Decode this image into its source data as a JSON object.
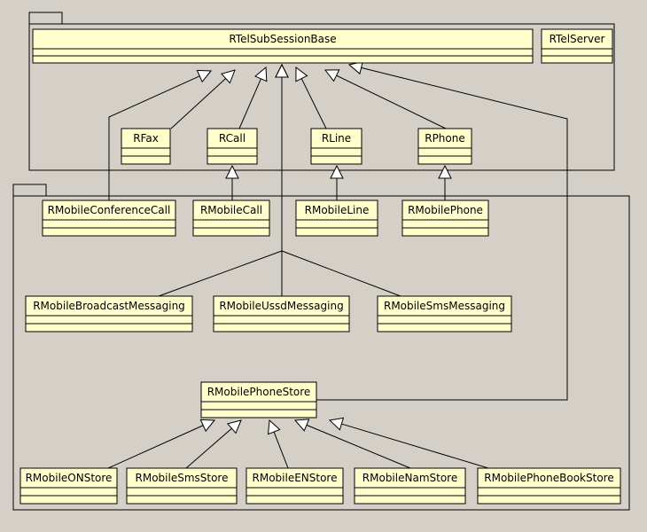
{
  "diagram": {
    "packages": [
      {
        "id": "pkg_top"
      },
      {
        "id": "pkg_bottom"
      }
    ],
    "classes": [
      {
        "id": "RTelSubSessionBase",
        "label": "RTelSubSessionBase"
      },
      {
        "id": "RTelServer",
        "label": "RTelServer"
      },
      {
        "id": "RFax",
        "label": "RFax"
      },
      {
        "id": "RCall",
        "label": "RCall"
      },
      {
        "id": "RLine",
        "label": "RLine"
      },
      {
        "id": "RPhone",
        "label": "RPhone"
      },
      {
        "id": "RMobileConferenceCall",
        "label": "RMobileConferenceCall"
      },
      {
        "id": "RMobileCall",
        "label": "RMobileCall"
      },
      {
        "id": "RMobileLine",
        "label": "RMobileLine"
      },
      {
        "id": "RMobilePhone",
        "label": "RMobilePhone"
      },
      {
        "id": "RMobileBroadcastMessaging",
        "label": "RMobileBroadcastMessaging"
      },
      {
        "id": "RMobileUssdMessaging",
        "label": "RMobileUssdMessaging"
      },
      {
        "id": "RMobileSmsMessaging",
        "label": "RMobileSmsMessaging"
      },
      {
        "id": "RMobilePhoneStore",
        "label": "RMobilePhoneStore"
      },
      {
        "id": "RMobileONStore",
        "label": "RMobileONStore"
      },
      {
        "id": "RMobileSmsStore",
        "label": "RMobileSmsStore"
      },
      {
        "id": "RMobileENStore",
        "label": "RMobileENStore"
      },
      {
        "id": "RMobileNamStore",
        "label": "RMobileNamStore"
      },
      {
        "id": "RMobilePhoneBookStore",
        "label": "RMobilePhoneBookStore"
      }
    ],
    "generalizations": [
      {
        "from": "RFax",
        "to": "RTelSubSessionBase"
      },
      {
        "from": "RCall",
        "to": "RTelSubSessionBase"
      },
      {
        "from": "RLine",
        "to": "RTelSubSessionBase"
      },
      {
        "from": "RPhone",
        "to": "RTelSubSessionBase"
      },
      {
        "from": "RMobileConferenceCall",
        "to": "RTelSubSessionBase"
      },
      {
        "from": "RMobileBroadcastMessaging",
        "to": "RTelSubSessionBase"
      },
      {
        "from": "RMobileUssdMessaging",
        "to": "RTelSubSessionBase"
      },
      {
        "from": "RMobileSmsMessaging",
        "to": "RTelSubSessionBase"
      },
      {
        "from": "RMobilePhoneStore",
        "to": "RTelSubSessionBase"
      },
      {
        "from": "RMobileCall",
        "to": "RCall"
      },
      {
        "from": "RMobileLine",
        "to": "RLine"
      },
      {
        "from": "RMobilePhone",
        "to": "RPhone"
      },
      {
        "from": "RMobileONStore",
        "to": "RMobilePhoneStore"
      },
      {
        "from": "RMobileSmsStore",
        "to": "RMobilePhoneStore"
      },
      {
        "from": "RMobileENStore",
        "to": "RMobilePhoneStore"
      },
      {
        "from": "RMobileNamStore",
        "to": "RMobilePhoneStore"
      },
      {
        "from": "RMobilePhoneBookStore",
        "to": "RMobilePhoneStore"
      }
    ]
  }
}
